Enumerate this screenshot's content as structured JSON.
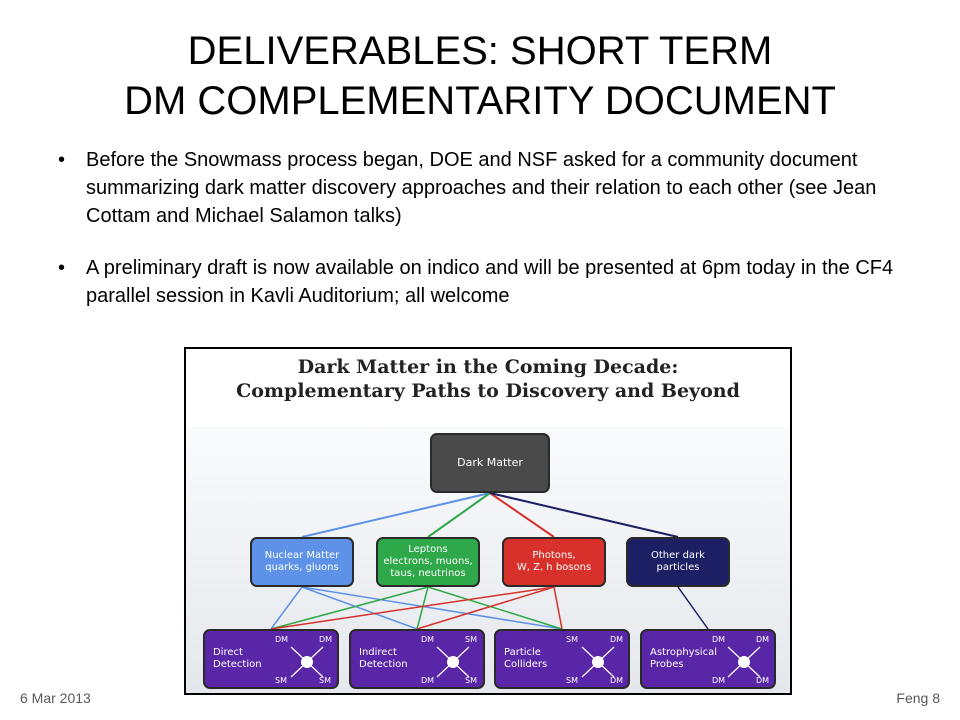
{
  "title": {
    "line1": "DELIVERABLES: SHORT TERM",
    "line2": "DM COMPLEMENTARITY DOCUMENT"
  },
  "bullets": [
    "Before the Snowmass process began, DOE and NSF asked for a community document summarizing dark matter discovery approaches and their relation to each other (see Jean Cottam and Michael Salamon talks)",
    "A preliminary draft is now available on indico and will be presented at 6pm today in the CF4 parallel session in Kavli Auditorium; all welcome"
  ],
  "figure": {
    "title_line1": "Dark Matter in the Coming Decade:",
    "title_line2": "Complementary Paths to Discovery and Beyond",
    "top_box": "Dark Matter",
    "middle_boxes": [
      {
        "label": "Nuclear Matter\nquarks, gluons",
        "color": "#5e92e8"
      },
      {
        "label": "Leptons\nelectrons, muons,\ntaus, neutrinos",
        "color": "#2fa84a"
      },
      {
        "label": "Photons,\nW, Z, h bosons",
        "color": "#d8302a"
      },
      {
        "label": "Other dark\nparticles",
        "color": "#1c1f63"
      }
    ],
    "bottom_boxes": [
      {
        "label": "Direct\nDetection",
        "tl": "DM",
        "tr": "DM",
        "bl": "SM",
        "br": "SM"
      },
      {
        "label": "Indirect\nDetection",
        "tl": "DM",
        "tr": "SM",
        "bl": "DM",
        "br": "SM"
      },
      {
        "label": "Particle\nColliders",
        "tl": "SM",
        "tr": "DM",
        "bl": "SM",
        "br": "DM"
      },
      {
        "label": "Astrophysical\nProbes",
        "tl": "DM",
        "tr": "DM",
        "bl": "DM",
        "br": "DM"
      }
    ],
    "colors": {
      "top": "#4a4a4a",
      "bottom": "#5a26a8"
    }
  },
  "footer": {
    "date": "6 Mar 2013",
    "page": "Feng 8"
  }
}
